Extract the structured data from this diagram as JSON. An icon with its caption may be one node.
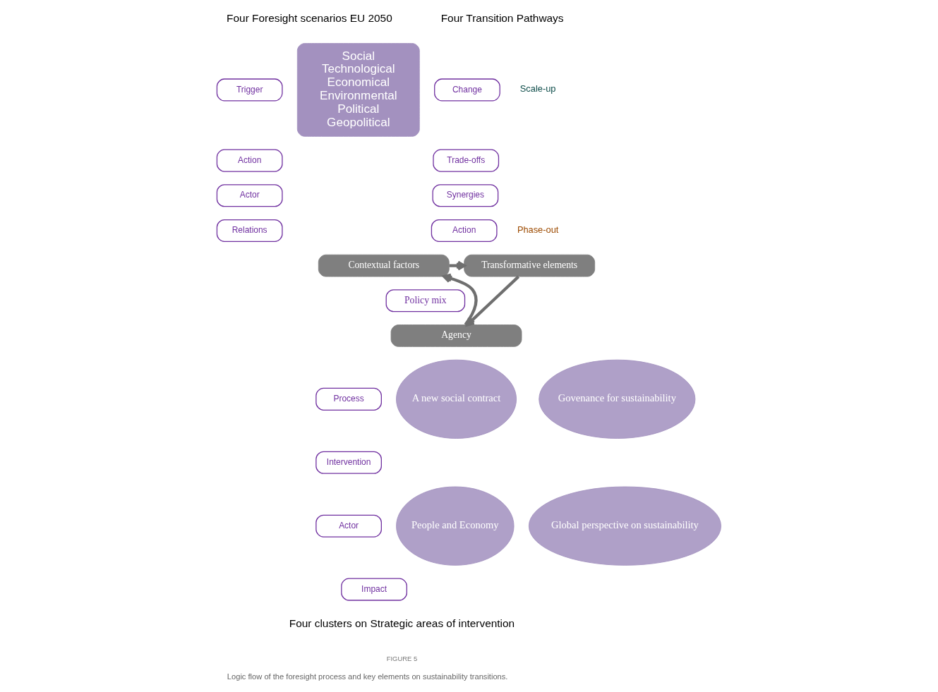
{
  "diagram": {
    "caption": "Logic flow of the foresight process and key elements on sustainability transitions.",
    "nodes": [
      {
        "text": [
          "Trigger"
        ]
      },
      {
        "text": [
          "Action"
        ]
      },
      {
        "text": [
          "Actor"
        ]
      },
      {
        "text": [
          "Relations"
        ]
      },
      {
        "text": [
          "Social",
          "Technological",
          "Economical",
          "Environmental",
          "Political",
          "Geopolitical"
        ]
      },
      {
        "text": [
          "Contextual factors"
        ]
      },
      {
        "text": [
          "Transformative elements"
        ]
      },
      {
        "text": [
          "Change"
        ]
      },
      {
        "text": [
          "Trade-offs"
        ]
      },
      {
        "text": [
          "Synergies"
        ]
      },
      {
        "text": [
          "Action"
        ]
      },
      {
        "text": [
          "Policy mix"
        ]
      },
      {
        "text": [
          "Agency"
        ]
      },
      {
        "text": [
          "Process"
        ]
      },
      {
        "text": [
          "Intervention"
        ]
      },
      {
        "text": [
          "Actor"
        ]
      },
      {
        "text": [
          "Impact"
        ]
      },
      {
        "text": [
          "A new social contract"
        ]
      },
      {
        "text": [
          "Govenance for sustainability"
        ]
      },
      {
        "text": [
          "People and Economy"
        ]
      },
      {
        "text": [
          "Global perspective on sustainability"
        ]
      }
    ],
    "edges": [
      {
        "from": 5,
        "to": 6,
        "arrow": "to"
      },
      {
        "from": 6,
        "to": 12,
        "arrow": "to"
      },
      {
        "from": 12,
        "to": 5,
        "arrow": "to"
      }
    ],
    "labels": [
      "Four Foresight scenarios EU 2050",
      "Four Transition Pathways",
      "Scale-up",
      "Phase-out",
      "Four clusters on Strategic areas of intervention",
      "FIGURE 5"
    ]
  }
}
